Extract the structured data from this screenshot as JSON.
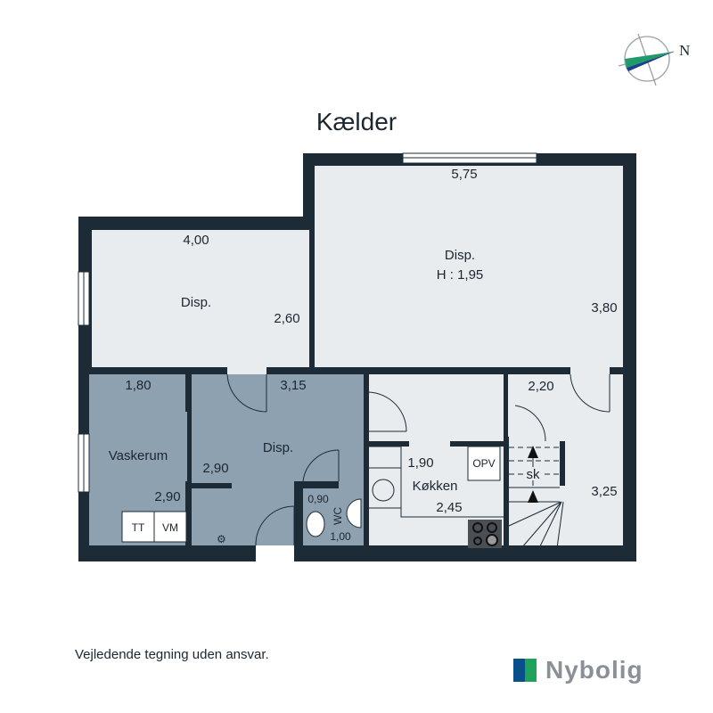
{
  "title": "Kælder",
  "compass": {
    "label": "N",
    "icon": "compass-icon",
    "colors": {
      "green": "#1f9b6b",
      "navy": "#1b3f8a"
    }
  },
  "rooms": [
    {
      "name": "Disp.",
      "dims": [
        "4,00",
        "2,60"
      ]
    },
    {
      "name": "Disp.",
      "height": "H : 1,95",
      "dims": [
        "5,75",
        "3,80"
      ]
    },
    {
      "name": "Vaskerum",
      "dims": [
        "1,80",
        "2,90",
        "2,90"
      ]
    },
    {
      "name": "Disp.",
      "dims": [
        "3,15"
      ]
    },
    {
      "name": "WC",
      "dims": [
        "0,90",
        "1,00"
      ]
    },
    {
      "name": "Køkken",
      "dims": [
        "1,90",
        "2,45"
      ]
    },
    {
      "name": "",
      "dims": [
        "2,20",
        "3,25"
      ]
    }
  ],
  "fixtures": {
    "tt": "TT",
    "vm": "VM",
    "opv": "OPV",
    "sk": "sk"
  },
  "disclaimer": "Vejledende tegning uden ansvar.",
  "brand": {
    "name": "Nybolig",
    "colors": {
      "blue": "#0b4f8a",
      "green": "#1fa35a"
    }
  },
  "colors": {
    "wall": "#1d2b36",
    "room": "#e8ecef",
    "wet_room": "#8da1b1"
  }
}
